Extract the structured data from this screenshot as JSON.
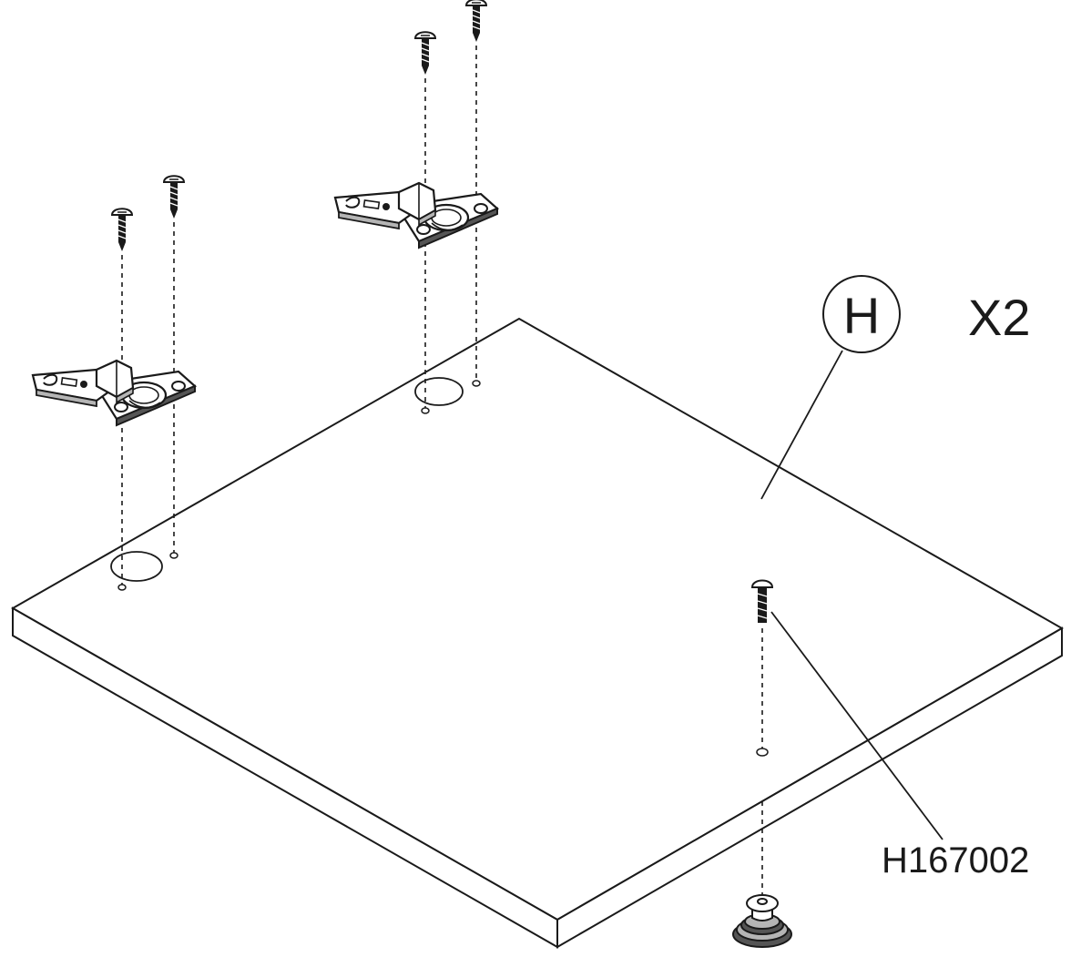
{
  "diagram": {
    "part_letter": "H",
    "quantity": "X2",
    "part_number": "H167002"
  },
  "colors": {
    "ink": "#1a1a1a",
    "paper": "#ffffff",
    "shade": "#b5b5b5",
    "dark_shade": "#555555"
  },
  "icons": [
    "hinge-icon",
    "screw-icon",
    "knob-icon"
  ]
}
